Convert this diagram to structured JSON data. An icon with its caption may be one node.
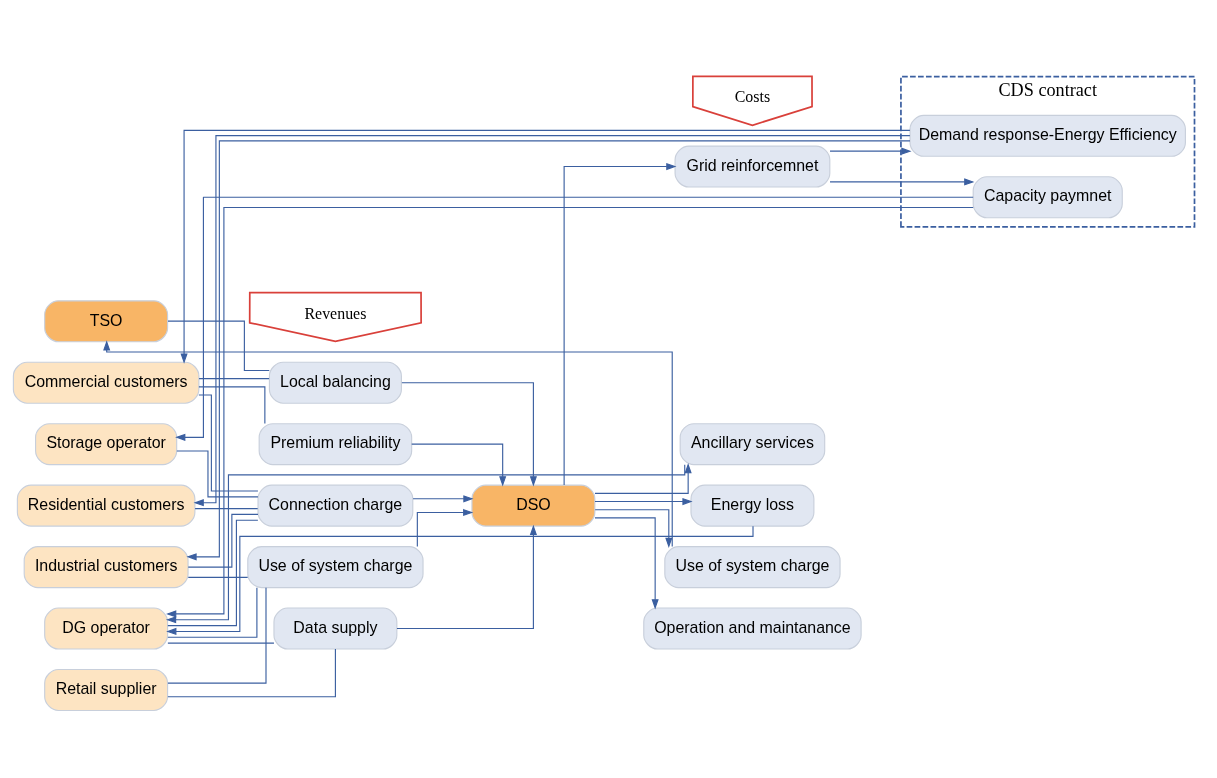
{
  "diagram": {
    "nodes": [
      {
        "text": [
          "TSO"
        ]
      },
      {
        "text": [
          "Residential customers"
        ]
      },
      {
        "text": [
          "Commercial customers"
        ]
      },
      {
        "text": [
          "Industrial customers"
        ]
      },
      {
        "text": [
          "DG operator"
        ]
      },
      {
        "text": [
          "Storage operator"
        ]
      },
      {
        "text": [
          "Retail supplier"
        ]
      },
      {
        "text": [
          "Revenues"
        ]
      },
      {
        "text": [
          "Connection charge"
        ]
      },
      {
        "text": [
          "Use of system charge"
        ]
      },
      {
        "text": [
          "Local balancing"
        ]
      },
      {
        "text": [
          "Data supply"
        ]
      },
      {
        "text": [
          "Premium reliability"
        ]
      },
      {
        "text": [
          "DSO"
        ]
      },
      {
        "text": [
          "Costs"
        ]
      },
      {
        "text": [
          "Grid reinforcemnet"
        ]
      },
      {
        "text": [
          "Use of system charge"
        ]
      },
      {
        "text": [
          "Ancillary services"
        ]
      },
      {
        "text": [
          "Energy loss"
        ]
      },
      {
        "text": [
          "Operation and maintanance"
        ]
      },
      {
        "text": [
          "CDS contract"
        ]
      },
      {
        "text": [
          "Demand response-Energy Efficiency"
        ],
        "in": 20
      },
      {
        "text": [
          "Capacity paymnet"
        ],
        "in": 20
      }
    ],
    "edges": [
      {
        "from": 1,
        "to": 8,
        "arrow": "none"
      },
      {
        "from": 2,
        "to": 8,
        "arrow": "none"
      },
      {
        "from": 3,
        "to": 8,
        "arrow": "none"
      },
      {
        "from": 4,
        "to": 8,
        "arrow": "none"
      },
      {
        "from": 5,
        "to": 8,
        "arrow": "none"
      },
      {
        "from": 3,
        "to": 9,
        "arrow": "none"
      },
      {
        "from": 4,
        "to": 9,
        "arrow": "none"
      },
      {
        "from": 6,
        "to": 9,
        "arrow": "none"
      },
      {
        "from": 0,
        "to": 10,
        "arrow": "none"
      },
      {
        "from": 2,
        "to": 10,
        "arrow": "none"
      },
      {
        "from": 4,
        "to": 11,
        "arrow": "none"
      },
      {
        "from": 6,
        "to": 11,
        "arrow": "none"
      },
      {
        "from": 2,
        "to": 12,
        "arrow": "none"
      },
      {
        "from": 8,
        "to": 13,
        "arrow": "to"
      },
      {
        "from": 9,
        "to": 13,
        "arrow": "to"
      },
      {
        "from": 10,
        "to": 13,
        "arrow": "to"
      },
      {
        "from": 11,
        "to": 13,
        "arrow": "to"
      },
      {
        "from": 12,
        "to": 13,
        "arrow": "to"
      },
      {
        "from": 13,
        "to": 15,
        "arrow": "to"
      },
      {
        "from": 13,
        "to": 16,
        "arrow": "to"
      },
      {
        "from": 13,
        "to": 17,
        "arrow": "to"
      },
      {
        "from": 13,
        "to": 18,
        "arrow": "to"
      },
      {
        "from": 13,
        "to": 19,
        "arrow": "to"
      },
      {
        "from": 15,
        "to": 21,
        "arrow": "to"
      },
      {
        "from": 15,
        "to": 22,
        "arrow": "to"
      },
      {
        "from": 21,
        "to": 1,
        "arrow": "to"
      },
      {
        "from": 21,
        "to": 2,
        "arrow": "to"
      },
      {
        "from": 21,
        "to": 3,
        "arrow": "to"
      },
      {
        "from": 22,
        "to": 4,
        "arrow": "to"
      },
      {
        "from": 22,
        "to": 5,
        "arrow": "to"
      },
      {
        "from": 17,
        "to": 4,
        "arrow": "to"
      },
      {
        "from": 18,
        "to": 4,
        "arrow": "to"
      },
      {
        "from": 16,
        "to": 0,
        "arrow": "to"
      }
    ]
  }
}
